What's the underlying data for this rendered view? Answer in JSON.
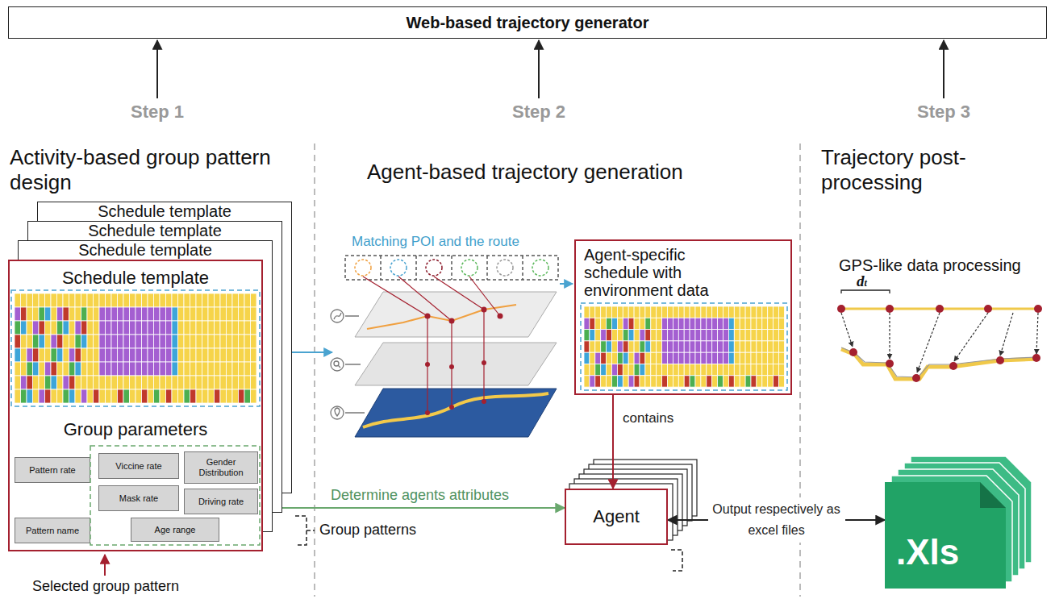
{
  "diagram": {
    "nodes": [
      {
        "text": [
          "Web-based trajectory generator"
        ]
      },
      {
        "text": [
          "Schedule template"
        ]
      },
      {
        "text": [
          "Schedule template"
        ]
      },
      {
        "text": [
          "Schedule template"
        ]
      },
      {
        "text": [
          "Schedule template",
          "Group parameters"
        ]
      },
      {
        "text": [
          "Pattern rate"
        ],
        "in": 4
      },
      {
        "text": [
          "Viccine rate"
        ],
        "in": 4
      },
      {
        "text": [
          "Gender Distribution"
        ],
        "in": 4
      },
      {
        "text": [
          "Mask rate"
        ],
        "in": 4
      },
      {
        "text": [
          "Driving rate"
        ],
        "in": 4
      },
      {
        "text": [
          "Pattern name"
        ],
        "in": 4
      },
      {
        "text": [
          "Age range"
        ],
        "in": 4
      },
      {
        "text": [
          "Agent-specific schedule with environment data"
        ]
      },
      {
        "text": [
          "Agent"
        ]
      },
      {
        "text": [
          ".Xls"
        ]
      }
    ],
    "edges": [
      {
        "from": 12,
        "to": 13,
        "arrow": "to",
        "label": "contains"
      },
      {
        "from": 4,
        "to": 13,
        "arrow": "to",
        "label": "Determine agents attributes"
      },
      {
        "from": 13,
        "to": 14,
        "arrow": "both",
        "label": "Output respectively as excel files"
      }
    ],
    "labels": [
      "Step 1",
      "Step 2",
      "Step 3",
      "Activity-based group pattern design",
      "Agent-based trajectory generation",
      "Trajectory post-processing",
      "Matching POI and the route",
      "Group patterns",
      "Selected group pattern",
      "GPS-like data processing",
      "dt"
    ]
  }
}
